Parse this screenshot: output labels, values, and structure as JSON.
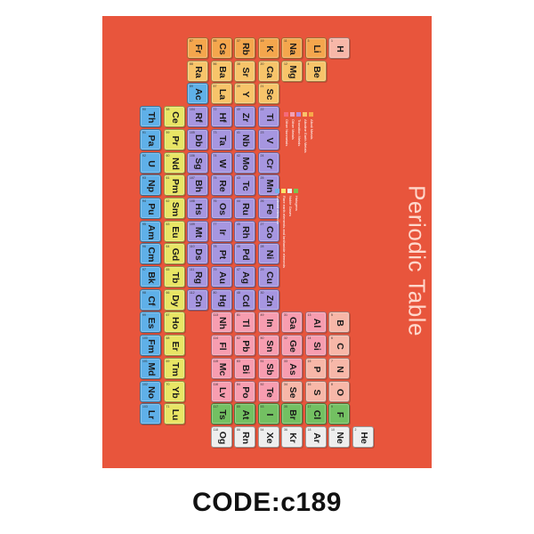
{
  "poster": {
    "title": "Periodic Table",
    "background": "#e8553c"
  },
  "code_label": "CODE:c189",
  "legend_a": [
    {
      "label": "Alkali Metals",
      "color": "#f7a94a"
    },
    {
      "label": "Alkaline Earth Metals",
      "color": "#f9c26a"
    },
    {
      "label": "Transition Metals",
      "color": "#b98bd8"
    },
    {
      "label": "Other Metals",
      "color": "#f3a0b4"
    },
    {
      "label": "Other Nonmetals",
      "color": "#f56a7a"
    }
  ],
  "legend_b": [
    {
      "label": "Halogens",
      "color": "#7fc24e"
    },
    {
      "label": "Noble Gases",
      "color": "#eeeeee"
    },
    {
      "label": "Rare earth elements and lanthanide elements",
      "color": "#f9e36a"
    },
    {
      "label": "Actinoid elements",
      "color": "#6fb3e8"
    }
  ],
  "colors": {
    "alkali": "#f4a64d",
    "alkaline": "#f7c46a",
    "transition": "#a696e0",
    "post": "#f79db0",
    "nonmetal": "#f7b7a8",
    "halogen": "#73c062",
    "noble": "#eeeeee",
    "lanthanide": "#e8e565",
    "actinide": "#5fb0e8"
  },
  "tiles": [
    {
      "s": "H",
      "n": "1",
      "c": "nonmetal",
      "col": 0,
      "row": 0
    },
    {
      "s": "Li",
      "n": "3",
      "c": "alkali",
      "col": 1,
      "row": 0
    },
    {
      "s": "Na",
      "n": "11",
      "c": "alkali",
      "col": 2,
      "row": 0
    },
    {
      "s": "K",
      "n": "19",
      "c": "alkali",
      "col": 3,
      "row": 0
    },
    {
      "s": "Rb",
      "n": "37",
      "c": "alkali",
      "col": 4,
      "row": 0
    },
    {
      "s": "Cs",
      "n": "55",
      "c": "alkali",
      "col": 5,
      "row": 0
    },
    {
      "s": "Fr",
      "n": "87",
      "c": "alkali",
      "col": 6,
      "row": 0
    },
    {
      "s": "Be",
      "n": "4",
      "c": "alkaline",
      "col": 1,
      "row": 1
    },
    {
      "s": "Mg",
      "n": "12",
      "c": "alkaline",
      "col": 2,
      "row": 1
    },
    {
      "s": "Ca",
      "n": "20",
      "c": "alkaline",
      "col": 3,
      "row": 1
    },
    {
      "s": "Sr",
      "n": "38",
      "c": "alkaline",
      "col": 4,
      "row": 1
    },
    {
      "s": "Ba",
      "n": "56",
      "c": "alkaline",
      "col": 5,
      "row": 1
    },
    {
      "s": "Ra",
      "n": "88",
      "c": "alkaline",
      "col": 6,
      "row": 1
    },
    {
      "s": "Sc",
      "n": "21",
      "c": "alkaline",
      "col": 3,
      "row": 2
    },
    {
      "s": "Y",
      "n": "39",
      "c": "alkaline",
      "col": 4,
      "row": 2
    },
    {
      "s": "La",
      "n": "57",
      "c": "alkaline",
      "col": 5,
      "row": 2
    },
    {
      "s": "Ac",
      "n": "89",
      "c": "actinide",
      "col": 6,
      "row": 2
    },
    {
      "s": "Ti",
      "n": "22",
      "c": "transition",
      "col": 3,
      "row": 3
    },
    {
      "s": "Zr",
      "n": "40",
      "c": "transition",
      "col": 4,
      "row": 3
    },
    {
      "s": "Hf",
      "n": "72",
      "c": "transition",
      "col": 5,
      "row": 3
    },
    {
      "s": "Rf",
      "n": "104",
      "c": "transition",
      "col": 6,
      "row": 3
    },
    {
      "s": "Ce",
      "n": "58",
      "c": "lanthanide",
      "col": 7,
      "row": 3
    },
    {
      "s": "Th",
      "n": "90",
      "c": "actinide",
      "col": 8,
      "row": 3
    },
    {
      "s": "V",
      "n": "23",
      "c": "transition",
      "col": 3,
      "row": 4
    },
    {
      "s": "Nb",
      "n": "41",
      "c": "transition",
      "col": 4,
      "row": 4
    },
    {
      "s": "Ta",
      "n": "73",
      "c": "transition",
      "col": 5,
      "row": 4
    },
    {
      "s": "Db",
      "n": "105",
      "c": "transition",
      "col": 6,
      "row": 4
    },
    {
      "s": "Pr",
      "n": "59",
      "c": "lanthanide",
      "col": 7,
      "row": 4
    },
    {
      "s": "Pa",
      "n": "91",
      "c": "actinide",
      "col": 8,
      "row": 4
    },
    {
      "s": "Cr",
      "n": "24",
      "c": "transition",
      "col": 3,
      "row": 5
    },
    {
      "s": "Mo",
      "n": "42",
      "c": "transition",
      "col": 4,
      "row": 5
    },
    {
      "s": "W",
      "n": "74",
      "c": "transition",
      "col": 5,
      "row": 5
    },
    {
      "s": "Sg",
      "n": "106",
      "c": "transition",
      "col": 6,
      "row": 5
    },
    {
      "s": "Nd",
      "n": "60",
      "c": "lanthanide",
      "col": 7,
      "row": 5
    },
    {
      "s": "U",
      "n": "92",
      "c": "actinide",
      "col": 8,
      "row": 5
    },
    {
      "s": "Mn",
      "n": "25",
      "c": "transition",
      "col": 3,
      "row": 6
    },
    {
      "s": "Tc",
      "n": "43",
      "c": "transition",
      "col": 4,
      "row": 6
    },
    {
      "s": "Re",
      "n": "75",
      "c": "transition",
      "col": 5,
      "row": 6
    },
    {
      "s": "Bh",
      "n": "107",
      "c": "transition",
      "col": 6,
      "row": 6
    },
    {
      "s": "Pm",
      "n": "61",
      "c": "lanthanide",
      "col": 7,
      "row": 6
    },
    {
      "s": "Np",
      "n": "93",
      "c": "actinide",
      "col": 8,
      "row": 6
    },
    {
      "s": "Fe",
      "n": "26",
      "c": "transition",
      "col": 3,
      "row": 7
    },
    {
      "s": "Ru",
      "n": "44",
      "c": "transition",
      "col": 4,
      "row": 7
    },
    {
      "s": "Os",
      "n": "76",
      "c": "transition",
      "col": 5,
      "row": 7
    },
    {
      "s": "Hs",
      "n": "108",
      "c": "transition",
      "col": 6,
      "row": 7
    },
    {
      "s": "Sm",
      "n": "62",
      "c": "lanthanide",
      "col": 7,
      "row": 7
    },
    {
      "s": "Pu",
      "n": "94",
      "c": "actinide",
      "col": 8,
      "row": 7
    },
    {
      "s": "Co",
      "n": "27",
      "c": "transition",
      "col": 3,
      "row": 8
    },
    {
      "s": "Rh",
      "n": "45",
      "c": "transition",
      "col": 4,
      "row": 8
    },
    {
      "s": "Ir",
      "n": "77",
      "c": "transition",
      "col": 5,
      "row": 8
    },
    {
      "s": "Mt",
      "n": "109",
      "c": "transition",
      "col": 6,
      "row": 8
    },
    {
      "s": "Eu",
      "n": "63",
      "c": "lanthanide",
      "col": 7,
      "row": 8
    },
    {
      "s": "Am",
      "n": "95",
      "c": "actinide",
      "col": 8,
      "row": 8
    },
    {
      "s": "Ni",
      "n": "28",
      "c": "transition",
      "col": 3,
      "row": 9
    },
    {
      "s": "Pd",
      "n": "46",
      "c": "transition",
      "col": 4,
      "row": 9
    },
    {
      "s": "Pt",
      "n": "78",
      "c": "transition",
      "col": 5,
      "row": 9
    },
    {
      "s": "Ds",
      "n": "110",
      "c": "transition",
      "col": 6,
      "row": 9
    },
    {
      "s": "Gd",
      "n": "64",
      "c": "lanthanide",
      "col": 7,
      "row": 9
    },
    {
      "s": "Cm",
      "n": "96",
      "c": "actinide",
      "col": 8,
      "row": 9
    },
    {
      "s": "Cu",
      "n": "29",
      "c": "transition",
      "col": 3,
      "row": 10
    },
    {
      "s": "Ag",
      "n": "47",
      "c": "transition",
      "col": 4,
      "row": 10
    },
    {
      "s": "Au",
      "n": "79",
      "c": "transition",
      "col": 5,
      "row": 10
    },
    {
      "s": "Rg",
      "n": "111",
      "c": "transition",
      "col": 6,
      "row": 10
    },
    {
      "s": "Tb",
      "n": "65",
      "c": "lanthanide",
      "col": 7,
      "row": 10
    },
    {
      "s": "Bk",
      "n": "97",
      "c": "actinide",
      "col": 8,
      "row": 10
    },
    {
      "s": "Zn",
      "n": "30",
      "c": "transition",
      "col": 3,
      "row": 11
    },
    {
      "s": "Cd",
      "n": "48",
      "c": "transition",
      "col": 4,
      "row": 11
    },
    {
      "s": "Hg",
      "n": "80",
      "c": "transition",
      "col": 5,
      "row": 11
    },
    {
      "s": "Cn",
      "n": "112",
      "c": "transition",
      "col": 6,
      "row": 11
    },
    {
      "s": "Dy",
      "n": "66",
      "c": "lanthanide",
      "col": 7,
      "row": 11
    },
    {
      "s": "Cf",
      "n": "98",
      "c": "actinide",
      "col": 8,
      "row": 11
    },
    {
      "s": "B",
      "n": "5",
      "c": "nonmetal",
      "col": 0,
      "row": 12
    },
    {
      "s": "Al",
      "n": "13",
      "c": "post",
      "col": 1,
      "row": 12
    },
    {
      "s": "Ga",
      "n": "31",
      "c": "post",
      "col": 2,
      "row": 12
    },
    {
      "s": "In",
      "n": "49",
      "c": "post",
      "col": 3,
      "row": 12
    },
    {
      "s": "Tl",
      "n": "81",
      "c": "post",
      "col": 4,
      "row": 12
    },
    {
      "s": "Nh",
      "n": "113",
      "c": "post",
      "col": 5,
      "row": 12
    },
    {
      "s": "Ho",
      "n": "67",
      "c": "lanthanide",
      "col": 7,
      "row": 12
    },
    {
      "s": "Es",
      "n": "99",
      "c": "actinide",
      "col": 8,
      "row": 12
    },
    {
      "s": "C",
      "n": "6",
      "c": "nonmetal",
      "col": 0,
      "row": 13
    },
    {
      "s": "Si",
      "n": "14",
      "c": "post",
      "col": 1,
      "row": 13
    },
    {
      "s": "Ge",
      "n": "32",
      "c": "post",
      "col": 2,
      "row": 13
    },
    {
      "s": "Sn",
      "n": "50",
      "c": "post",
      "col": 3,
      "row": 13
    },
    {
      "s": "Pb",
      "n": "82",
      "c": "post",
      "col": 4,
      "row": 13
    },
    {
      "s": "Fl",
      "n": "114",
      "c": "post",
      "col": 5,
      "row": 13
    },
    {
      "s": "Er",
      "n": "68",
      "c": "lanthanide",
      "col": 7,
      "row": 13
    },
    {
      "s": "Fm",
      "n": "100",
      "c": "actinide",
      "col": 8,
      "row": 13
    },
    {
      "s": "N",
      "n": "7",
      "c": "nonmetal",
      "col": 0,
      "row": 14
    },
    {
      "s": "P",
      "n": "15",
      "c": "nonmetal",
      "col": 1,
      "row": 14
    },
    {
      "s": "As",
      "n": "33",
      "c": "post",
      "col": 2,
      "row": 14
    },
    {
      "s": "Sb",
      "n": "51",
      "c": "post",
      "col": 3,
      "row": 14
    },
    {
      "s": "Bi",
      "n": "83",
      "c": "post",
      "col": 4,
      "row": 14
    },
    {
      "s": "Mc",
      "n": "115",
      "c": "post",
      "col": 5,
      "row": 14
    },
    {
      "s": "Tm",
      "n": "69",
      "c": "lanthanide",
      "col": 7,
      "row": 14
    },
    {
      "s": "Md",
      "n": "101",
      "c": "actinide",
      "col": 8,
      "row": 14
    },
    {
      "s": "O",
      "n": "8",
      "c": "nonmetal",
      "col": 0,
      "row": 15
    },
    {
      "s": "S",
      "n": "16",
      "c": "nonmetal",
      "col": 1,
      "row": 15
    },
    {
      "s": "Se",
      "n": "34",
      "c": "nonmetal",
      "col": 2,
      "row": 15
    },
    {
      "s": "Te",
      "n": "52",
      "c": "post",
      "col": 3,
      "row": 15
    },
    {
      "s": "Po",
      "n": "84",
      "c": "post",
      "col": 4,
      "row": 15
    },
    {
      "s": "Lv",
      "n": "116",
      "c": "post",
      "col": 5,
      "row": 15
    },
    {
      "s": "Yb",
      "n": "70",
      "c": "lanthanide",
      "col": 7,
      "row": 15
    },
    {
      "s": "No",
      "n": "102",
      "c": "actinide",
      "col": 8,
      "row": 15
    },
    {
      "s": "F",
      "n": "9",
      "c": "halogen",
      "col": 0,
      "row": 16
    },
    {
      "s": "Cl",
      "n": "17",
      "c": "halogen",
      "col": 1,
      "row": 16
    },
    {
      "s": "Br",
      "n": "35",
      "c": "halogen",
      "col": 2,
      "row": 16
    },
    {
      "s": "I",
      "n": "53",
      "c": "halogen",
      "col": 3,
      "row": 16
    },
    {
      "s": "At",
      "n": "85",
      "c": "halogen",
      "col": 4,
      "row": 16
    },
    {
      "s": "Ts",
      "n": "117",
      "c": "halogen",
      "col": 5,
      "row": 16
    },
    {
      "s": "Lu",
      "n": "71",
      "c": "lanthanide",
      "col": 7,
      "row": 16
    },
    {
      "s": "Lr",
      "n": "103",
      "c": "actinide",
      "col": 8,
      "row": 16
    },
    {
      "s": "He",
      "n": "2",
      "c": "noble",
      "col": -1,
      "row": 17
    },
    {
      "s": "Ne",
      "n": "10",
      "c": "noble",
      "col": 0,
      "row": 17
    },
    {
      "s": "Ar",
      "n": "18",
      "c": "noble",
      "col": 1,
      "row": 17
    },
    {
      "s": "Kr",
      "n": "36",
      "c": "noble",
      "col": 2,
      "row": 17
    },
    {
      "s": "Xe",
      "n": "54",
      "c": "noble",
      "col": 3,
      "row": 17
    },
    {
      "s": "Rn",
      "n": "86",
      "c": "noble",
      "col": 4,
      "row": 17
    },
    {
      "s": "Og",
      "n": "118",
      "c": "noble",
      "col": 5,
      "row": 17
    }
  ]
}
